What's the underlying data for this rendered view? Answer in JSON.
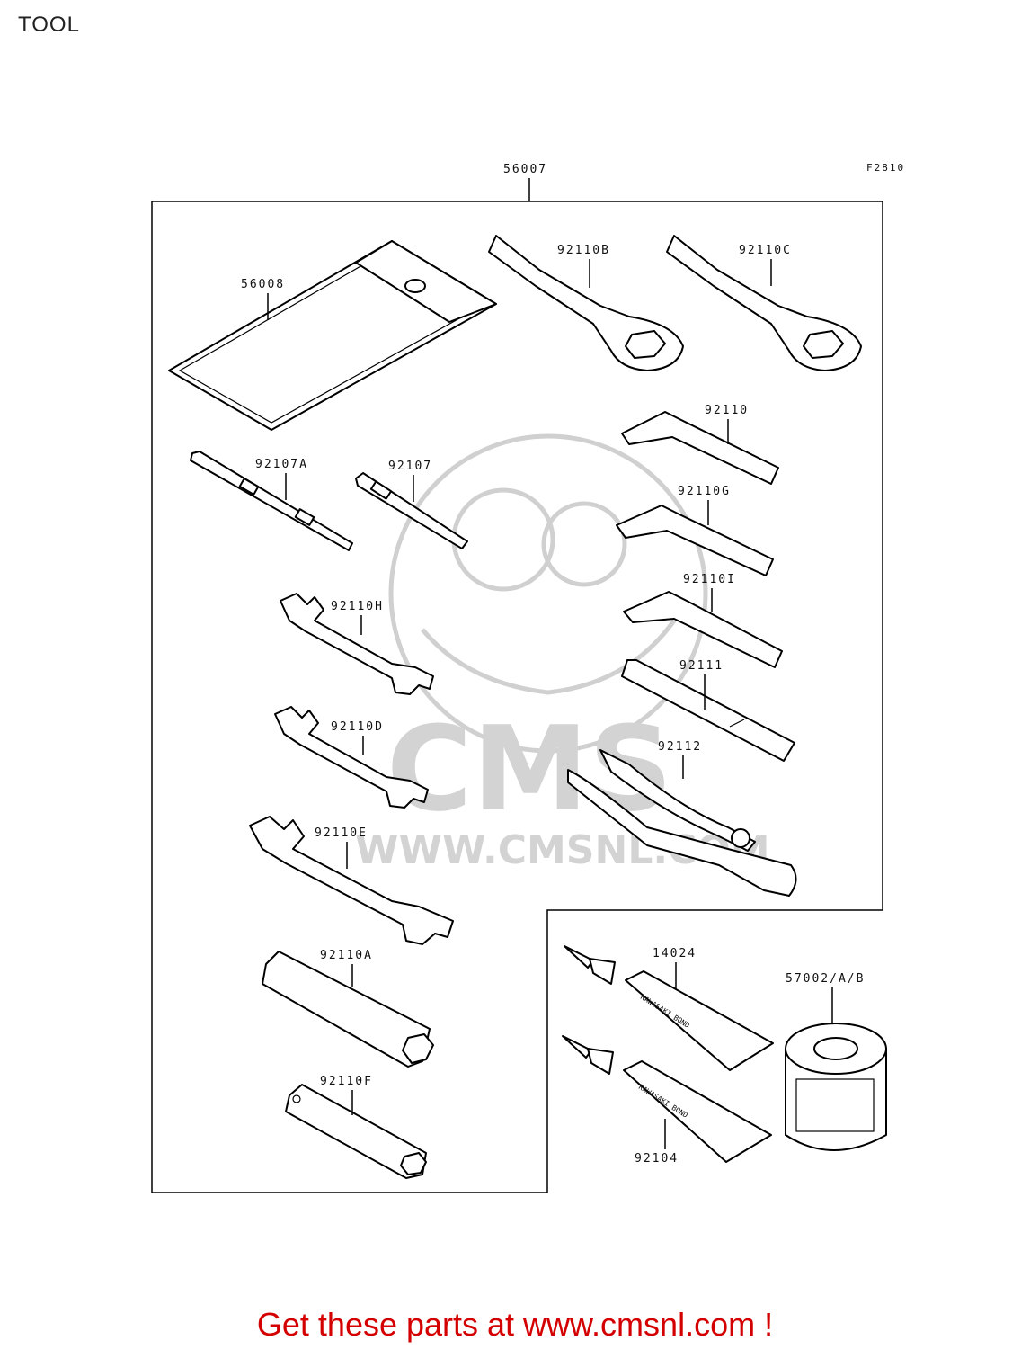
{
  "title": "TOOL",
  "figure_code": "F2810",
  "labels": {
    "kit": "56007",
    "pouch": "56008",
    "wrench_b": "92110B",
    "wrench_c": "92110C",
    "hex_key": "92110",
    "hex_key_g": "92110G",
    "hex_key_i": "92110I",
    "bar": "92111",
    "pliers": "92112",
    "screwdriver_a": "92107A",
    "screwdriver": "92107",
    "wrench_h": "92110H",
    "wrench_d": "92110D",
    "wrench_e": "92110E",
    "socket_a": "92110A",
    "socket_f": "92110F",
    "bond_top": "14024",
    "bond_bottom": "92104",
    "filter": "57002/A/B",
    "bond_tube_text": "KAWASAKI BOND"
  },
  "watermark": {
    "brand": "CMS",
    "url": "WWW.CMSNL.COM"
  },
  "footer": "Get these parts at www.cmsnl.com !"
}
